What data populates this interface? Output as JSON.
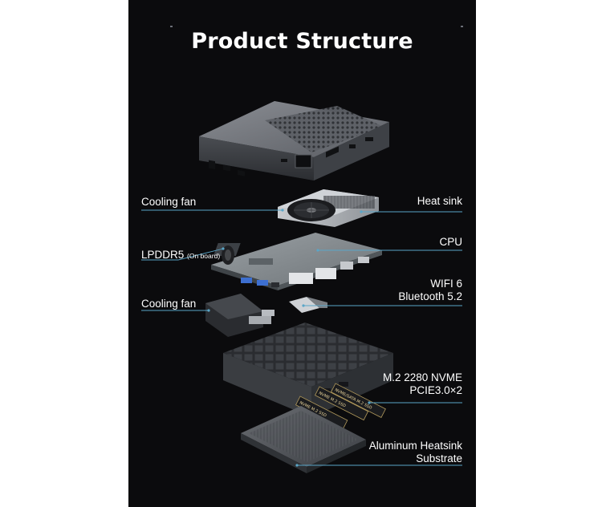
{
  "title": "Product Structure",
  "labels": {
    "cooling_fan_top": "Cooling fan",
    "heat_sink": "Heat sink",
    "lpddr5_main": "LPDDR5",
    "lpddr5_note": "(On board)",
    "cpu": "CPU",
    "wifi_line1": "WIFI 6",
    "wifi_line2": "Bluetooth 5.2",
    "cooling_fan_bottom": "Cooling fan",
    "m2_line1": "M.2 2280 NVME",
    "m2_line2": "PCIE3.0×2",
    "alu_line1": "Aluminum Heatsink",
    "alu_line2": "Substrate"
  },
  "ssd_labels": {
    "ssd_a": "NVME/SATA M.2 SSD",
    "ssd_b": "NVME M.2 SSD",
    "ssd_c": "NVME M.2 SSD"
  },
  "colors": {
    "background": "#0b0b0d",
    "leader_line": "#5aa6c8",
    "text": "#ffffff"
  }
}
